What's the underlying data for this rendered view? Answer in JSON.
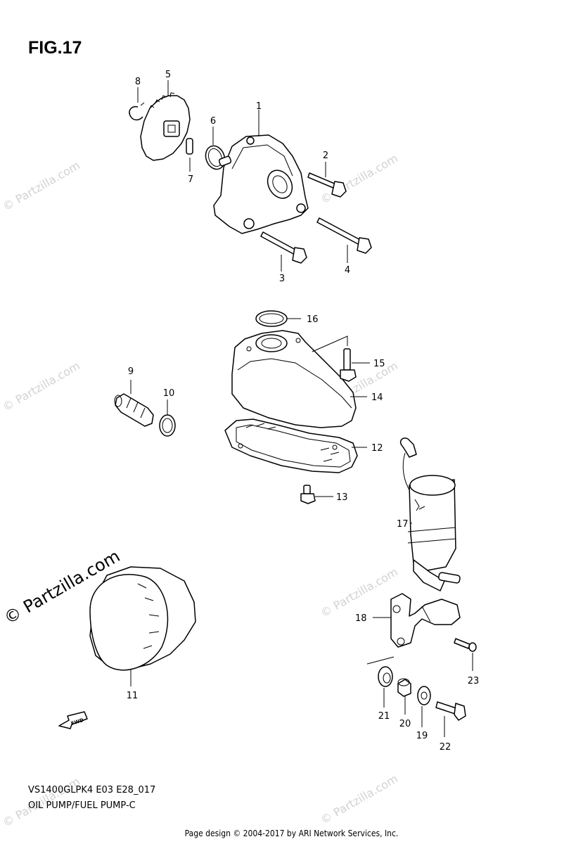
{
  "figure_title": "FIG.17",
  "diagram_code": "VS1400GLPK4 E03 E28_017",
  "diagram_name": "OIL PUMP/FUEL PUMP-C",
  "footer": "Page design © 2004-2017 by ARI Network Services, Inc.",
  "watermark": "© Partzilla.com",
  "fwd_label": "FWD",
  "callouts": [
    "1",
    "2",
    "3",
    "4",
    "5",
    "6",
    "7",
    "8",
    "9",
    "10",
    "11",
    "12",
    "13",
    "14",
    "15",
    "16",
    "17",
    "18",
    "19",
    "20",
    "21",
    "22",
    "23"
  ]
}
